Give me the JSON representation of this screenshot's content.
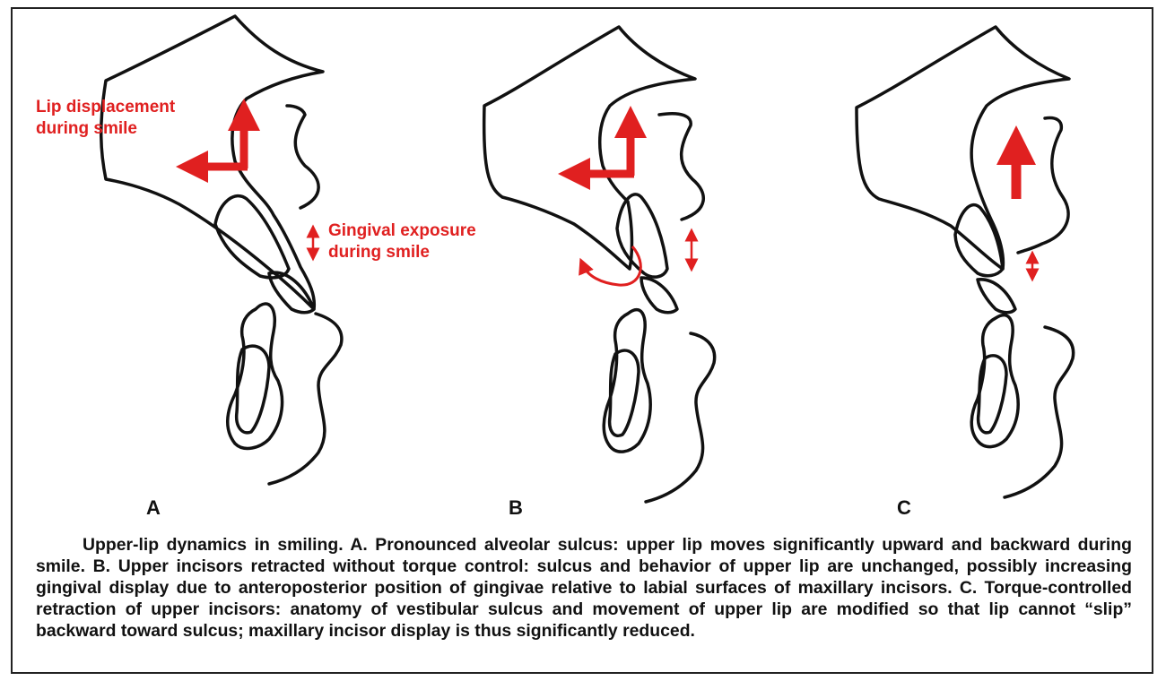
{
  "annotations": {
    "lip_displacement_line1": "Lip displacement",
    "lip_displacement_line2": "during smile",
    "gingival_exposure_line1": "Gingival exposure",
    "gingival_exposure_line2": "during smile"
  },
  "panels": [
    {
      "label": "A"
    },
    {
      "label": "B"
    },
    {
      "label": "C"
    }
  ],
  "caption": "Upper-lip dynamics in smiling. A. Pronounced alveolar sulcus: upper lip moves significantly upward and backward during smile. B. Upper incisors retracted without torque control: sulcus and behavior of upper lip are unchanged, possibly increasing gingival display due to anteroposterior position of gingivae relative to labial surfaces of maxillary incisors. C. Torque-controlled retraction of upper incisors: anatomy of vestibular sulcus and movement of upper lip are modified so that lip cannot “slip” backward toward sulcus; maxillary incisor display is thus significantly reduced.",
  "colors": {
    "outline": "#111111",
    "arrow": "#e02020"
  }
}
